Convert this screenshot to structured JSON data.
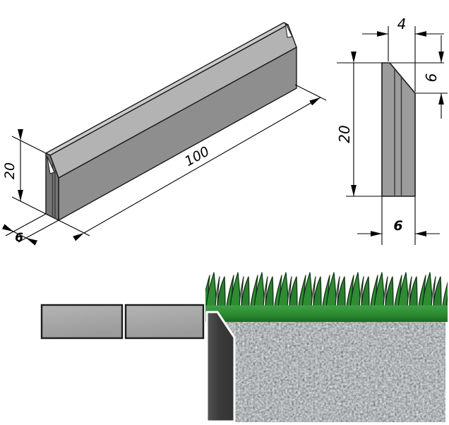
{
  "drawing": {
    "isometric_view": {
      "dim_height": "20",
      "dim_width": "6",
      "dim_length": "100"
    },
    "profile_view": {
      "dim_top_width": "4",
      "dim_chamfer_height": "6",
      "dim_height": "20",
      "dim_bottom_width": "6"
    },
    "installation_view": {
      "parts": [
        "paving-slabs",
        "edging-stone",
        "grass",
        "gravel"
      ]
    }
  },
  "colors": {
    "stone_top": "#cccccc",
    "stone_chamfer": "#b3b3b3",
    "stone_front": "#8e8e8e",
    "stone_end": "#757575",
    "profile_fill": "#9c9c9c",
    "slab_fill": "#a8a8a8",
    "ground_stone": "#3e3e3e",
    "grass_green": "#2e8b32",
    "line": "#000000"
  }
}
